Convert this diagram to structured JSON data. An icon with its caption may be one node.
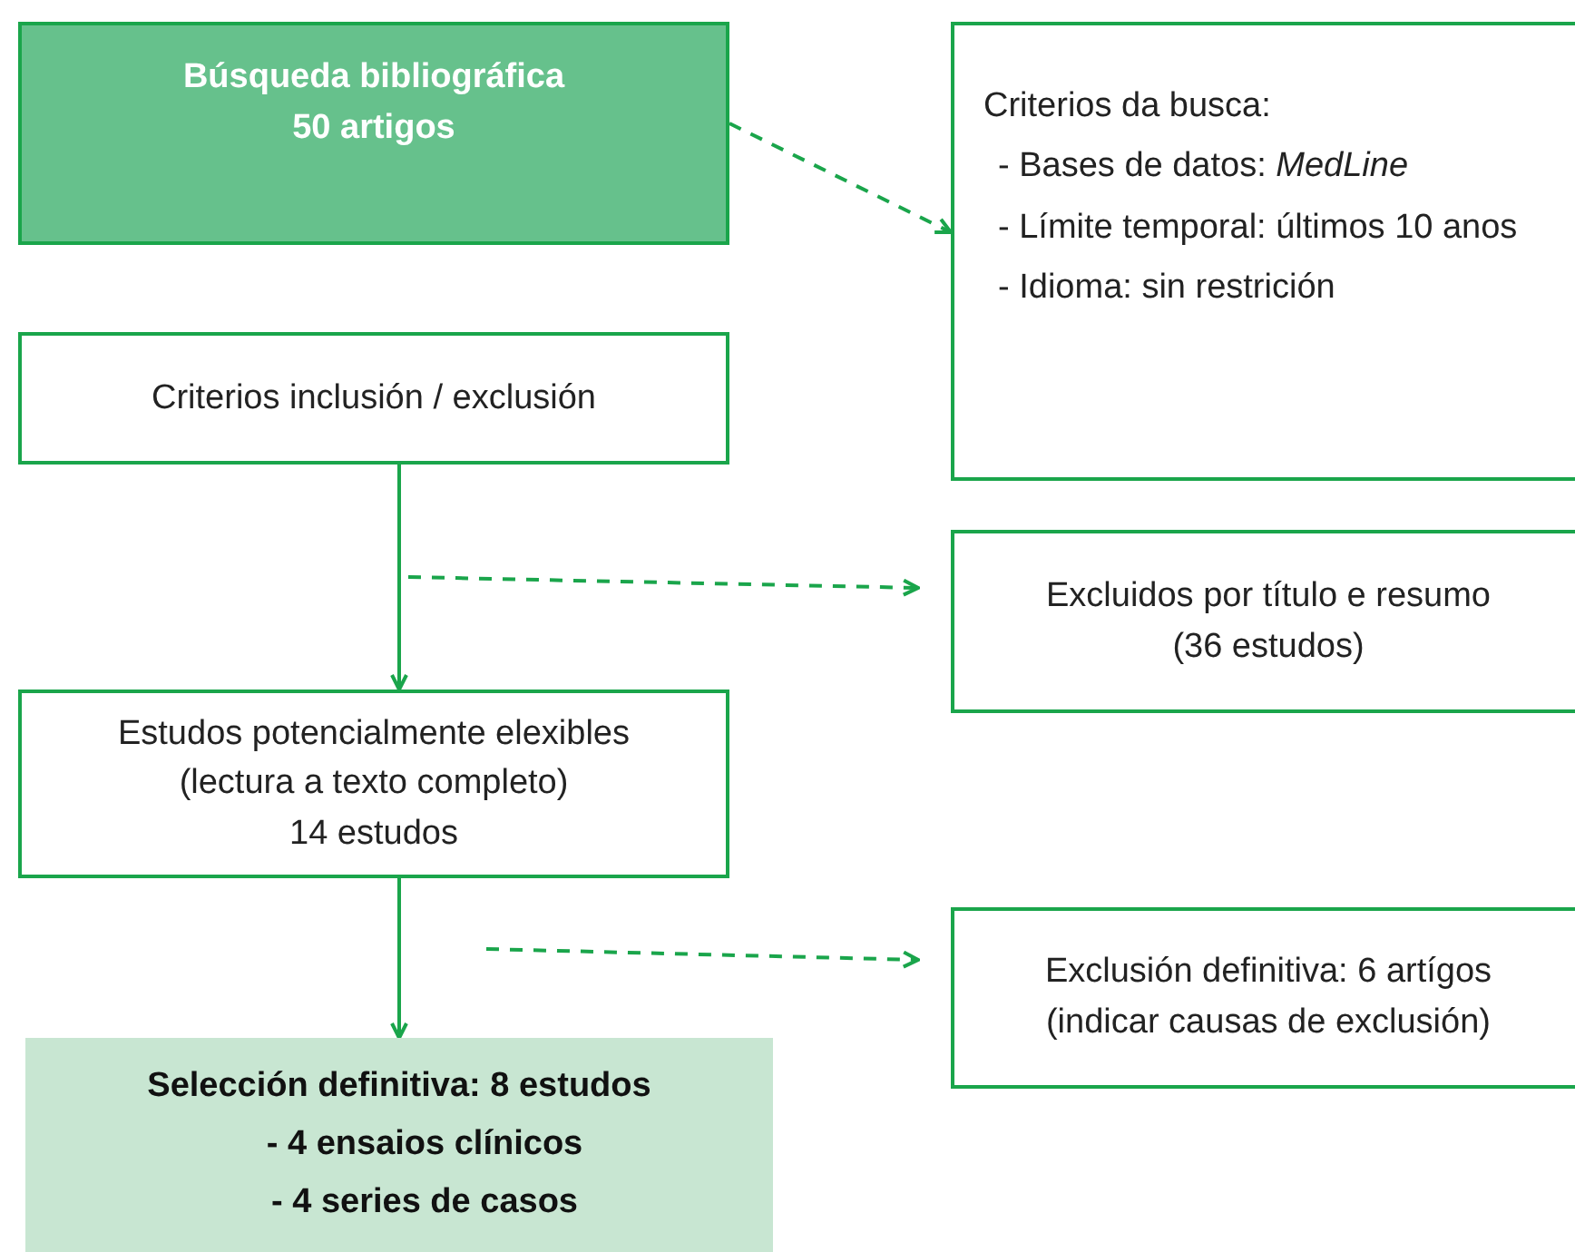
{
  "diagram": {
    "nodes": [
      {
        "text": [
          "Búsqueda bibliográfica",
          "50 artigos"
        ]
      },
      {
        "text": [
          "Criterios da busca:",
          "- Bases de datos: *MedLine*",
          "- Límite temporal: últimos 10 anos",
          "- Idioma: sin restrición"
        ]
      },
      {
        "text": [
          "Criterios inclusión / exclusión"
        ]
      },
      {
        "text": [
          "Excluidos por título e resumo",
          "(36 estudos)"
        ]
      },
      {
        "text": [
          "Estudos potencialmente elexibles",
          "(lectura a texto completo)",
          "14 estudos"
        ]
      },
      {
        "text": [
          "Exclusión definitiva: 6 artígos",
          "(indicar causas de exclusión)"
        ]
      },
      {
        "text": [
          "Selección definitiva: 8 estudos",
          "- 4 ensaios clínicos",
          "- 4 series de casos"
        ]
      }
    ],
    "edges": [
      {
        "from": 0,
        "to": 1,
        "arrow": "to",
        "style": "dashed"
      },
      {
        "from": 2,
        "to": 4,
        "arrow": "to"
      },
      {
        "from": null,
        "to": 3,
        "arrow": "to",
        "style": "dashed"
      },
      {
        "from": 4,
        "to": 6,
        "arrow": "to"
      },
      {
        "from": null,
        "to": 5,
        "arrow": "to",
        "style": "dashed"
      }
    ]
  }
}
